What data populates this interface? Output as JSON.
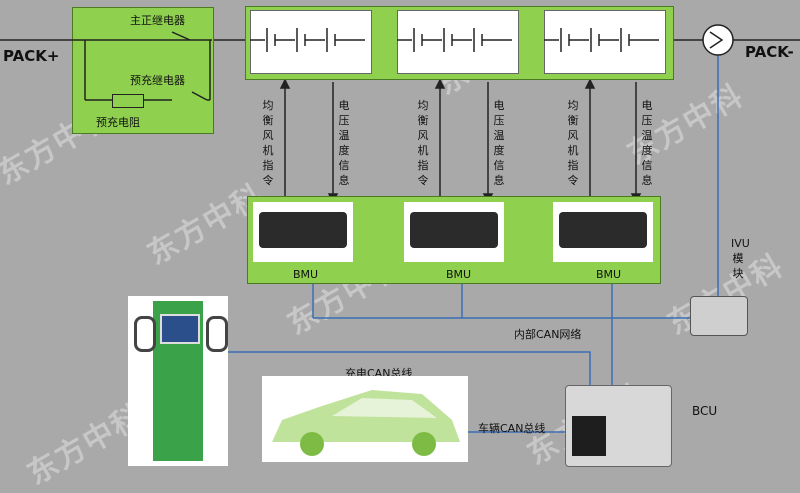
{
  "labels": {
    "pack_plus": "PACK+",
    "pack_minus": "PACK-",
    "main_relay": "主正继电器",
    "precharge_relay": "预充继电器",
    "precharge_resistor": "预充电阻",
    "balance_cmd": "均衡风机指令",
    "voltage_info": "电压温度信息",
    "bmu": "BMU",
    "ivu": "IVU模块",
    "internal_can": "内部CAN网络",
    "charge_can": "充电CAN总线",
    "vehicle_can": "车辆CAN总线",
    "bcu": "BCU"
  },
  "watermark": "东方中科",
  "colors": {
    "background": "#a9a9a9",
    "green": "#8fd14f",
    "can_line": "#3b6fb6"
  }
}
